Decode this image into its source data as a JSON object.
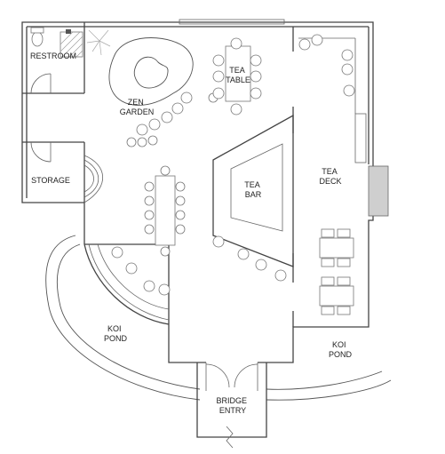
{
  "plan": {
    "rooms": {
      "restroom": "RESTROOM",
      "storage": "STORAGE",
      "zen_garden": [
        "ZEN",
        "GARDEN"
      ],
      "tea_table": [
        "TEA",
        "TABLE"
      ],
      "tea_bar": [
        "TEA",
        "BAR"
      ],
      "tea_deck": [
        "TEA",
        "DECK"
      ],
      "koi_pond_left": [
        "KOI",
        "POND"
      ],
      "koi_pond_right": [
        "KOI",
        "POND"
      ],
      "bridge_entry": [
        "BRIDGE",
        "ENTRY"
      ]
    }
  }
}
